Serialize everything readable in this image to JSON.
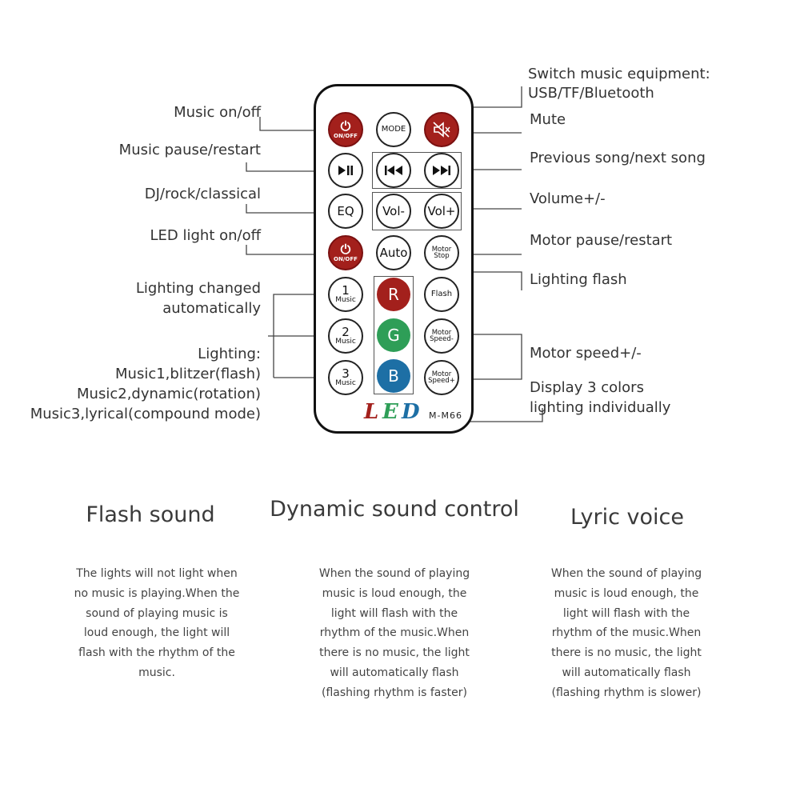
{
  "labels_left": {
    "music_on_off": "Music on/off",
    "music_pause": "Music pause/restart",
    "dj_rock": "DJ/rock/classical",
    "led_on_off": "LED light on/off",
    "lighting_changed_1": "Lighting changed",
    "lighting_changed_2": "automatically",
    "lighting_1": "Lighting:",
    "lighting_2": "Music1,blitzer(flash)",
    "lighting_3": "Music2,dynamic(rotation)",
    "lighting_4": "Music3,lyrical(compound mode)"
  },
  "labels_right": {
    "switch_1": "Switch music equipment:",
    "switch_2": "USB/TF/Bluetooth",
    "mute": "Mute",
    "prev_next": "Previous song/next song",
    "volume": "Volume+/-",
    "motor_pause": "Motor pause/restart",
    "lighting_flash": "Lighting flash",
    "motor_speed": "Motor speed+/-",
    "display_1": "Display 3 colors",
    "display_2": "lighting individually"
  },
  "remote": {
    "on_off": "ON/OFF",
    "mode": "MODE",
    "eq": "EQ",
    "vol_minus": "Vol-",
    "vol_plus": "Vol+",
    "auto": "Auto",
    "motor": "Motor",
    "stop": "Stop",
    "flash": "Flash",
    "speed_minus": "Speed-",
    "speed_plus": "Speed+",
    "one": "1",
    "two": "2",
    "three": "3",
    "music": "Music",
    "r": "R",
    "g": "G",
    "b": "B",
    "led_l": "L",
    "led_e": "E",
    "led_d": "D",
    "model": "M-M66"
  },
  "colors": {
    "red_button": "#a3201c",
    "green_button": "#2e9e57",
    "blue_button": "#1d6fa5",
    "led_l": "#a3201c",
    "led_e": "#2e9e57",
    "led_d": "#1d6fa5"
  },
  "sections": [
    {
      "heading": "Flash sound",
      "lines": [
        "The lights will not light when",
        "no music is playing.When the",
        "sound of playing music is",
        "loud enough, the light will",
        "flash with the rhythm of the",
        "music."
      ]
    },
    {
      "heading": "Dynamic sound control",
      "lines": [
        "When the sound of playing",
        "music is loud enough, the",
        "light will flash with the",
        "rhythm of the music.When",
        "there is no music, the light",
        "will automatically flash",
        "(flashing rhythm is faster)"
      ]
    },
    {
      "heading": "Lyric voice",
      "lines": [
        "When the sound of playing",
        "music is loud enough, the",
        "light will flash with the",
        "rhythm of the music.When",
        "there is no music, the light",
        "will automatically flash",
        "(flashing rhythm is slower)"
      ]
    }
  ]
}
